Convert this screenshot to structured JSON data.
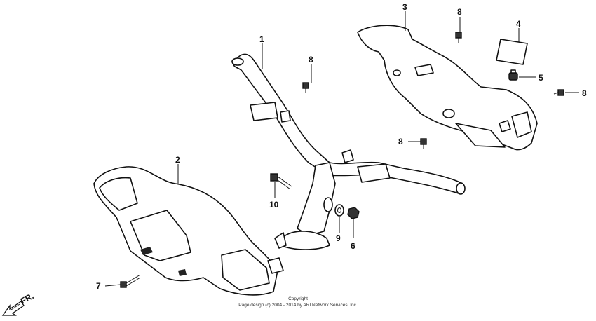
{
  "callouts": {
    "c1": "1",
    "c2": "2",
    "c3": "3",
    "c4": "4",
    "c5": "5",
    "c6": "6",
    "c7": "7",
    "c8a": "8",
    "c8b": "8",
    "c8c": "8",
    "c8d": "8",
    "c9": "9",
    "c10": "10"
  },
  "direction_label": "FR.",
  "copyright": {
    "line1": "Copyright",
    "line2": "Page design (c) 2004 - 2014 by ARI Network Services, Inc."
  }
}
